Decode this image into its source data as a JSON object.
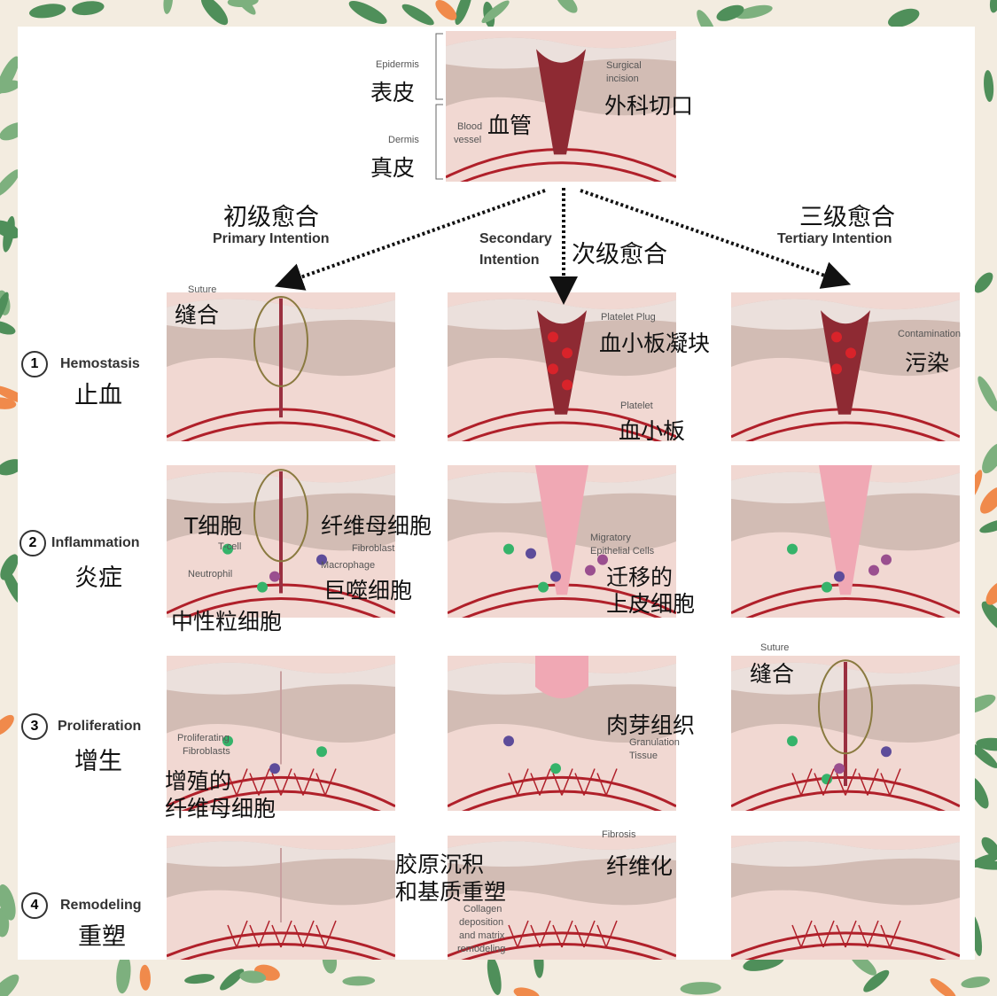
{
  "header": {
    "epidermis_en": "Epidermis",
    "epidermis_zh": "表皮",
    "dermis_en": "Dermis",
    "dermis_zh": "真皮",
    "blood_en": "Blood",
    "vessel_en": "vessel",
    "blood_vessel_zh": "血管",
    "surgical_en": "Surgical",
    "incision_en": "incision",
    "incision_zh": "外科切口"
  },
  "paths": {
    "primary": {
      "zh": "初级愈合",
      "en": "Primary Intention"
    },
    "secondary": {
      "en1": "Secondary",
      "en2": "Intention",
      "zh": "次级愈合"
    },
    "tertiary": {
      "zh": "三级愈合",
      "en": "Tertiary Intention"
    }
  },
  "stages": [
    {
      "num": "1",
      "en": "Hemostasis",
      "zh": "止血"
    },
    {
      "num": "2",
      "en": "Inflammation",
      "zh": "炎症"
    },
    {
      "num": "3",
      "en": "Proliferation",
      "zh": "增生"
    },
    {
      "num": "4",
      "en": "Remodeling",
      "zh": "重塑"
    }
  ],
  "labels": {
    "suture_en": "Suture",
    "suture_zh": "缝合",
    "platelet_plug_en": "Platelet Plug",
    "platelet_plug_zh": "血小板凝块",
    "platelet_en": "Platelet",
    "platelet_zh": "血小板",
    "contamination_en": "Contamination",
    "contamination_zh": "污染",
    "tcell_zh": "T细胞",
    "tcell_en": "T-cell",
    "fibroblast_zh": "纤维母细胞",
    "fibroblast_en": "Fibroblast",
    "macrophage_en": "Macrophage",
    "macrophage_zh": "巨噬细胞",
    "neutrophil_en": "Neutrophil",
    "neutrophil_zh": "中性粒细胞",
    "migratory_en1": "Migratory",
    "migratory_en2": "Epithelial Cells",
    "migratory_zh1": "迁移的",
    "migratory_zh2": "上皮细胞",
    "prolif_en1": "Proliferating",
    "prolif_en2": "Fibroblasts",
    "prolif_zh1": "增殖的",
    "prolif_zh2": "纤维母细胞",
    "granulation_zh": "肉芽组织",
    "granulation_en1": "Granulation",
    "granulation_en2": "Tissue",
    "suture3_en": "Suture",
    "suture3_zh": "缝合",
    "collagen_zh1": "胶原沉积",
    "collagen_zh2": "和基质重塑",
    "fibrosis_en": "Fibrosis",
    "fibrosis_zh": "纤维化",
    "collagen_en": [
      "Collagen",
      "deposition",
      "and matrix",
      "remodeling"
    ]
  },
  "colors": {
    "blood": "#b0202a",
    "wound": "#8e2a33",
    "epidermis": "#d2bcb4",
    "dermis": "#f1d8d2",
    "tcell": "#35b36a",
    "macrophage": "#5d4c9a",
    "neutrophil": "#9a4f8f"
  }
}
